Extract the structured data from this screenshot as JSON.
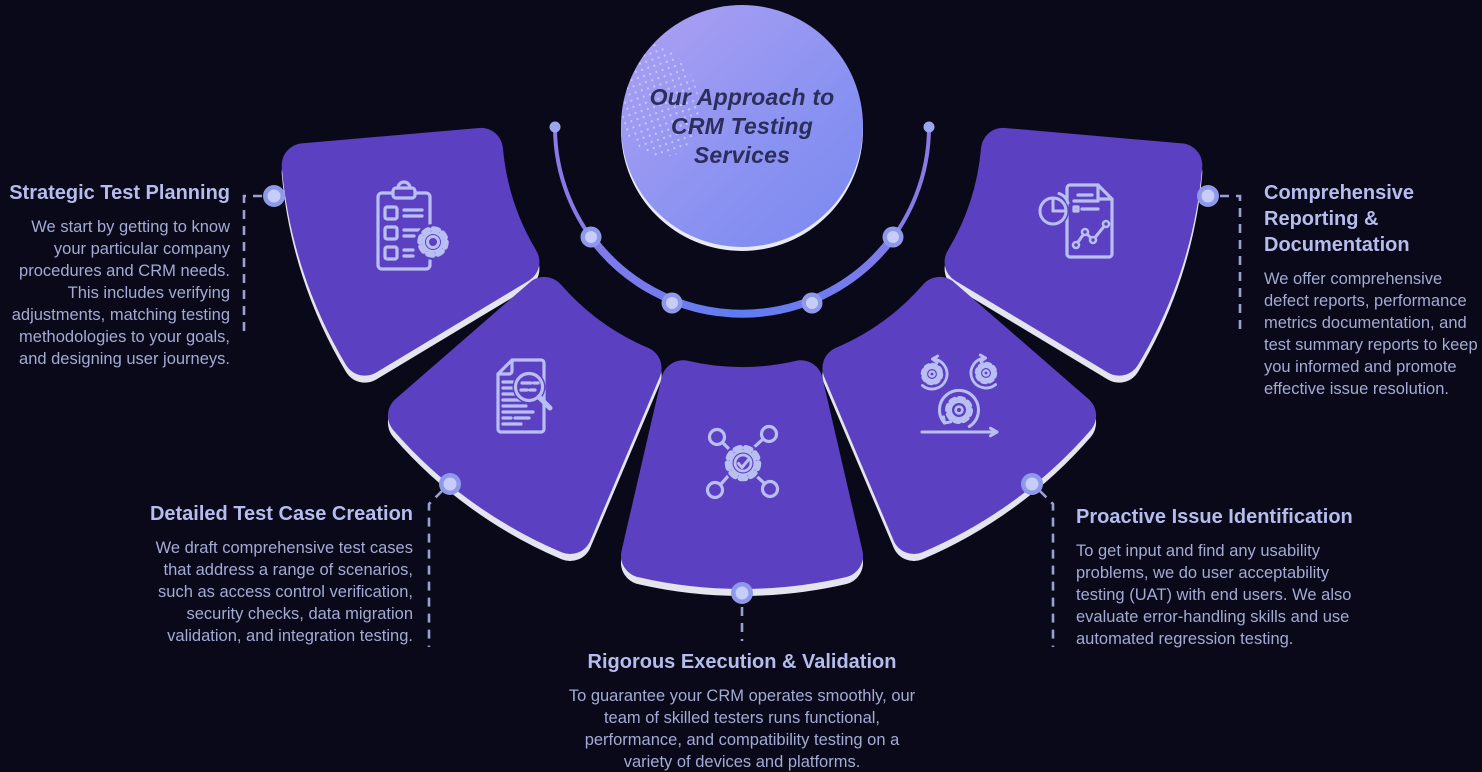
{
  "center": {
    "title": "Our Approach to CRM Testing Services"
  },
  "steps": [
    {
      "id": "strategic-test-planning",
      "title": "Strategic Test Planning",
      "body": "We start by getting to know your particular company procedures and CRM needs. This includes verifying adjustments, matching testing methodologies to your goals, and designing user journeys.",
      "icon": "clipboard-checklist-gear-icon"
    },
    {
      "id": "detailed-test-case-creation",
      "title": "Detailed Test Case Creation",
      "body": "We draft comprehensive test cases that address a range of scenarios, such as access control verification, security checks, data migration validation, and integration testing.",
      "icon": "document-magnifier-icon"
    },
    {
      "id": "rigorous-execution-validation",
      "title": "Rigorous Execution & Validation",
      "body": "To guarantee your CRM operates smoothly, our team of skilled testers runs functional, performance, and compatibility testing on a variety of devices and platforms.",
      "icon": "gear-check-network-icon"
    },
    {
      "id": "proactive-issue-identification",
      "title": "Proactive Issue Identification",
      "body": "To get input and find any usability problems, we do user acceptability testing (UAT) with end users. We also evaluate error-handling skills and use automated regression testing.",
      "icon": "agile-sprint-gears-icon"
    },
    {
      "id": "comprehensive-reporting-documentation",
      "title": "Comprehensive Reporting & Documentation",
      "body": "We offer comprehensive defect reports, performance metrics documentation, and test summary reports to keep you informed and promote effective issue resolution.",
      "icon": "report-chart-document-icon"
    }
  ],
  "colors": {
    "background": "#0a0919",
    "wedge": "#5c40c2",
    "wedge_edge_highlight": "#e3e4ee",
    "icon_stroke": "#b9bff2",
    "heading_text": "#b6bdee",
    "body_text": "#a3abd5",
    "dashed_connector": "#99a1cf",
    "center_title_text": "#2b2e5a",
    "circle_gradient_start": "#ab9ff2",
    "circle_gradient_end": "#7b89f1",
    "arc_purple": "#8a7ae6",
    "arc_blue": "#5e7cf2",
    "dot_outer": "#8f99e9",
    "dot_inner": "#c7ccf9"
  }
}
